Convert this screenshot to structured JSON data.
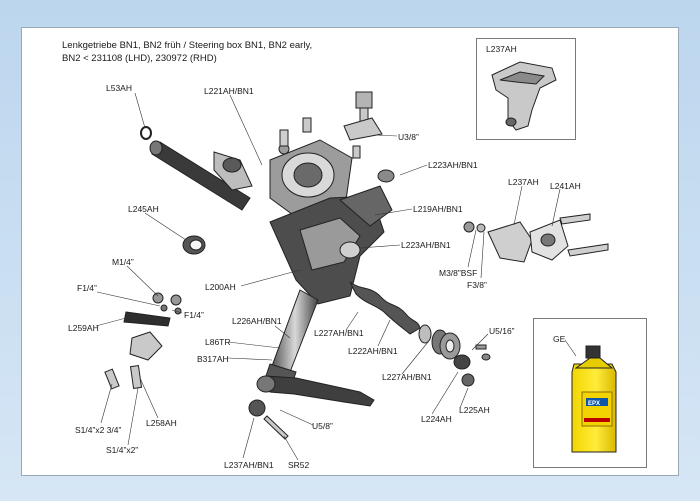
{
  "title": {
    "line1": "Lenkgetriebe BN1, BN2 früh / Steering box BN1, BN2 early,",
    "line2": "BN2 < 231108 (LHD), 230972 (RHD)"
  },
  "insets": {
    "bracket": "L237AH",
    "oil": "GE"
  },
  "labels": [
    {
      "id": "l53ah",
      "text": "L53AH"
    },
    {
      "id": "l221ahbn1",
      "text": "L221AH/BN1"
    },
    {
      "id": "u38",
      "text": "U3/8”"
    },
    {
      "id": "l223ahbn1a",
      "text": "L223AH/BN1"
    },
    {
      "id": "l237ah",
      "text": "L237AH"
    },
    {
      "id": "l241ah",
      "text": "L241AH"
    },
    {
      "id": "l219ahbn1",
      "text": "L219AH/BN1"
    },
    {
      "id": "l245ah",
      "text": "L245AH"
    },
    {
      "id": "l223ahbn1b",
      "text": "L223AH/BN1"
    },
    {
      "id": "m38bsf",
      "text": "M3/8”BSF"
    },
    {
      "id": "f38",
      "text": "F3/8”"
    },
    {
      "id": "m14",
      "text": "M1/4”"
    },
    {
      "id": "f14a",
      "text": "F1/4”"
    },
    {
      "id": "l200ah",
      "text": "L200AH"
    },
    {
      "id": "f14b",
      "text": "F1/4”"
    },
    {
      "id": "l259ah",
      "text": "L259AH"
    },
    {
      "id": "l226ahbn1",
      "text": "L226AH/BN1"
    },
    {
      "id": "l227ahbn1a",
      "text": "L227AH/BN1"
    },
    {
      "id": "u516",
      "text": "U5/16”"
    },
    {
      "id": "l86tr",
      "text": "L86TR"
    },
    {
      "id": "b317ah",
      "text": "B317AH"
    },
    {
      "id": "l222ahbn1",
      "text": "L222AH/BN1"
    },
    {
      "id": "l227ahbn1b",
      "text": "L227AH/BN1"
    },
    {
      "id": "l258ah",
      "text": "L258AH"
    },
    {
      "id": "l224ah",
      "text": "L224AH"
    },
    {
      "id": "l225ah",
      "text": "L225AH"
    },
    {
      "id": "s14x234",
      "text": "S1/4”x2 3/4”"
    },
    {
      "id": "u58",
      "text": "U5/8”"
    },
    {
      "id": "s14x2",
      "text": "S1/4”x2”"
    },
    {
      "id": "l237ahbn1",
      "text": "L237AH/BN1"
    },
    {
      "id": "sr52",
      "text": "SR52"
    }
  ],
  "product": {
    "brand": "EPX"
  }
}
